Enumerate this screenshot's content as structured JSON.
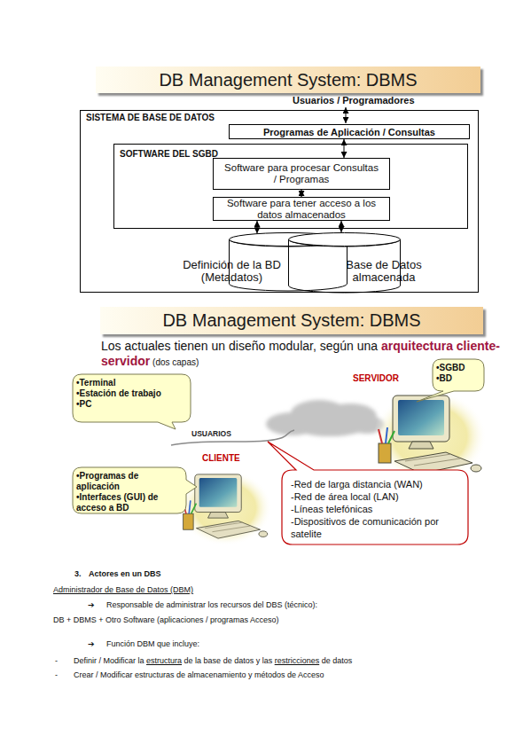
{
  "diagram": {
    "nodes": [
      {
        "text": [
          "DB Management System: DBMS"
        ]
      },
      {
        "text": [
          "SISTEMA DE BASE DE DATOS"
        ]
      },
      {
        "text": [
          "Programas de Aplicación / Consultas"
        ],
        "in": 1
      },
      {
        "text": [
          "SOFTWARE DEL SGBD"
        ],
        "in": 1
      },
      {
        "text": [
          "Software para procesar Consultas / Programas"
        ],
        "in": 3
      },
      {
        "text": [
          "Software para tener acceso a los datos almacenados"
        ],
        "in": 3
      },
      {
        "text": [
          "Definición de la BD (Metadatos)"
        ],
        "in": 1
      },
      {
        "text": [
          "Base de Datos almacenada"
        ],
        "in": 1
      },
      {
        "text": [
          "DB Management System: DBMS"
        ]
      },
      {
        "text": [
          "•Terminal",
          "•Estación de trabajo",
          "•PC"
        ]
      },
      {
        "text": [
          "•SGBD",
          "•BD"
        ]
      },
      {
        "text": [
          "•Programas de aplicación",
          "•Interfaces (GUI) de acceso a BD"
        ]
      },
      {
        "text": [
          "-Red de larga distancia (WAN)",
          "-Red de área local (LAN)",
          "-Líneas telefónicas",
          "-Dispositivos de comunicación por satelite"
        ]
      }
    ],
    "edges": [
      {
        "from": 2,
        "to": 4,
        "arrow": "both"
      },
      {
        "from": 4,
        "to": 5,
        "arrow": "both"
      },
      {
        "from": 5,
        "to": 6,
        "arrow": "both"
      },
      {
        "from": 5,
        "to": 7,
        "arrow": "both"
      }
    ],
    "labels": [
      "Usuarios / Programadores",
      "Los actuales tienen un diseño modular, según una",
      "arquitectura cliente-servidor",
      "(dos capas)",
      "SERVIDOR",
      "USUARIOS",
      "CLIENTE",
      "3.",
      "Actores en un DBS",
      "Administrador de Base de Datos (DBM)",
      "➔",
      "Responsable de administrar los recursos del DBS (técnico):",
      "DB + DBMS + Otro Software (aplicaciones / programas Acceso)",
      "➔",
      "Función DBM que incluye:",
      "-",
      "Definir / Modificar la",
      "estructura",
      "de la base de datos y las",
      "restricciones",
      "de datos",
      "-",
      "Crear / Modificar estructuras de almacenamiento y métodos de Acceso"
    ]
  }
}
